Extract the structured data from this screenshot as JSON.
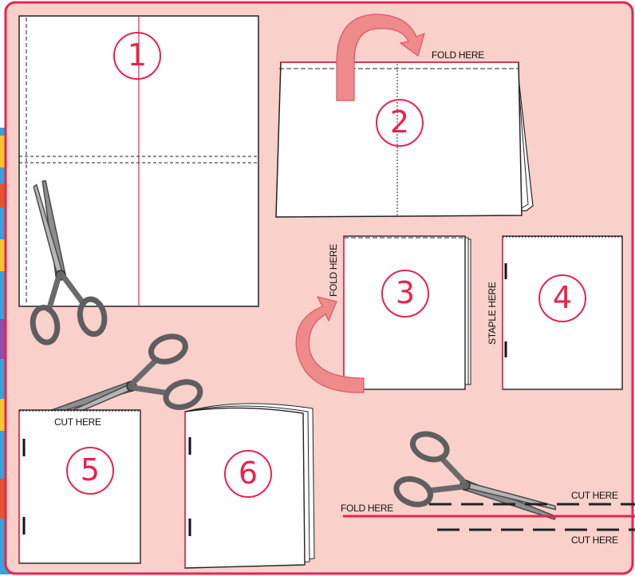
{
  "steps": [
    "1",
    "2",
    "3",
    "4",
    "5",
    "6"
  ],
  "labels": {
    "fold_here": "FOLD HERE",
    "staple_here": "STAPLE HERE",
    "cut_here": "CUT HERE"
  },
  "colors": {
    "background": "#f9d0ca",
    "frame": "#e8234e",
    "fold_line": "#e8234e",
    "arrow": "#ef8a8a",
    "paper": "#ffffff"
  },
  "icons": [
    "scissors-icon",
    "curved-arrow-icon"
  ]
}
